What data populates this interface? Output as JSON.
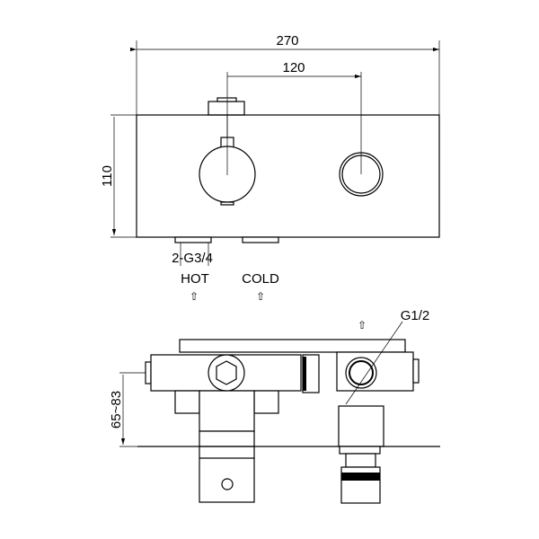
{
  "dimensions": {
    "width_total": "270",
    "knob_spacing": "120",
    "height": "110",
    "depth_range": "65~83"
  },
  "labels": {
    "inlet_thread": "2-G3/4",
    "hot": "HOT",
    "cold": "COLD",
    "outlet_thread": "G1/2",
    "arrow": "⇧"
  }
}
